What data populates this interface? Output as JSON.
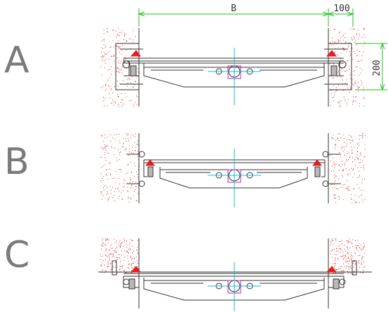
{
  "labels": {
    "row_a": "A",
    "row_b": "B",
    "row_c": "C"
  },
  "dimensions": {
    "width": "B",
    "offset": "100",
    "height": "200"
  },
  "colors": {
    "wall_speckle": "#e02020",
    "dimension": "#1fbf1f",
    "centerline": "#19b8d6",
    "accent": "#c020c0",
    "steel": "#333333",
    "anchor_fill": "#b8b8b8"
  }
}
